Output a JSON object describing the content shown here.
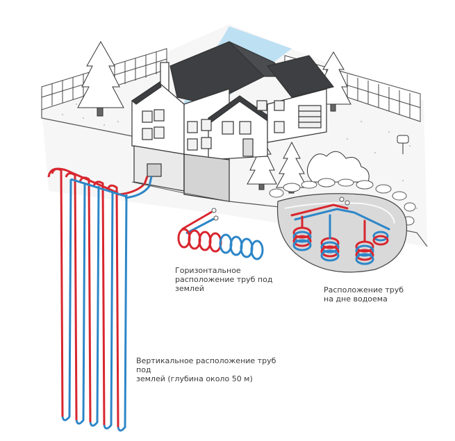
{
  "colors": {
    "hot_pipe": "#d8262e",
    "cold_pipe": "#2d86c8",
    "sky_beam": "#a9d8f2",
    "roof": "#3d3f42",
    "ground": "#ececec",
    "outline": "#333333",
    "pond_fill": "#d9d9d9"
  },
  "labels": {
    "horizontal": "Горизонтальное\nрасположение труб под\nземлей",
    "pond": "Расположение труб\nна дне водоема",
    "vertical": "Вертикальное расположение труб под\nземлей (глубина около 50 м)"
  },
  "icons": [
    "house-illustration",
    "tree-icon",
    "fence",
    "mailbox-icon",
    "pipe-loop"
  ]
}
